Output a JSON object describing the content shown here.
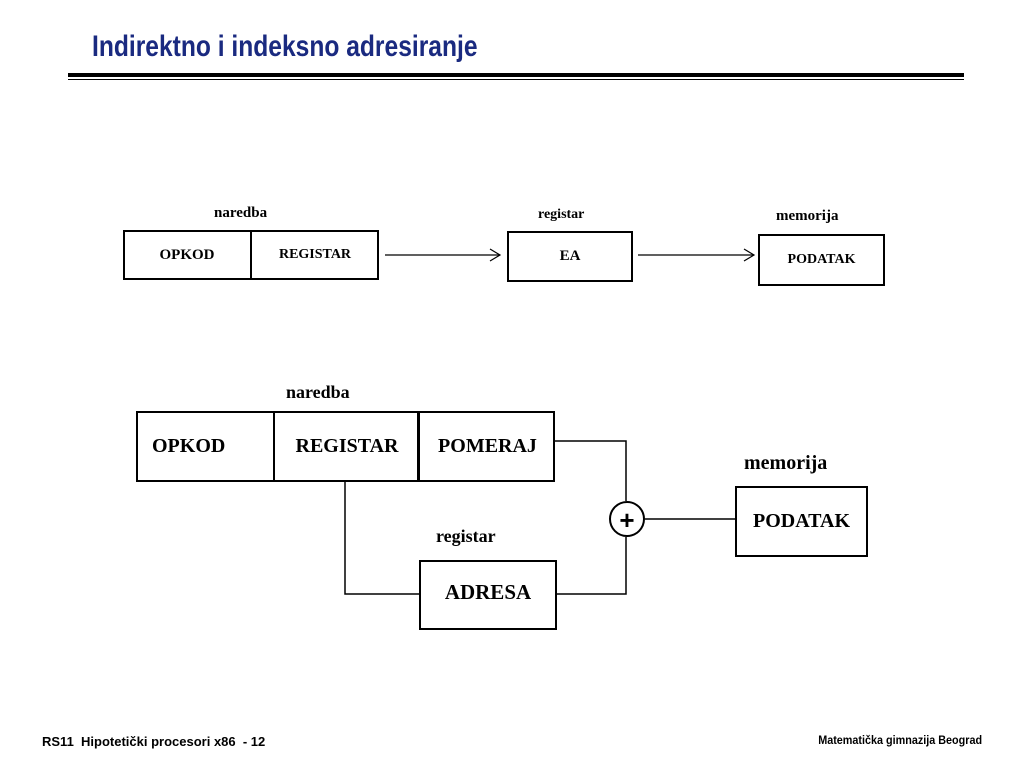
{
  "slide": {
    "title": "Indirektno i indeksno adresiranje",
    "footer_left": "RS11  Hipotetički procesori x86  - 12",
    "footer_right": "Matematička gimnazija Beograd"
  },
  "diagram1": {
    "label_naredba": "naredba",
    "cell_opkod": "OPKOD",
    "cell_registar": "REGISTAR",
    "label_registar": "registar",
    "cell_ea": "EA",
    "label_memorija": "memorija",
    "cell_podatak": "PODATAK"
  },
  "diagram2": {
    "label_naredba": "naredba",
    "cell_opkod": "OPKOD",
    "cell_registar": "REGISTAR",
    "cell_pomeraj": "POMERAJ",
    "label_registar": "registar",
    "cell_adresa": "ADRESA",
    "label_memorija": "memorija",
    "cell_podatak": "PODATAK",
    "adder_symbol": "+"
  }
}
